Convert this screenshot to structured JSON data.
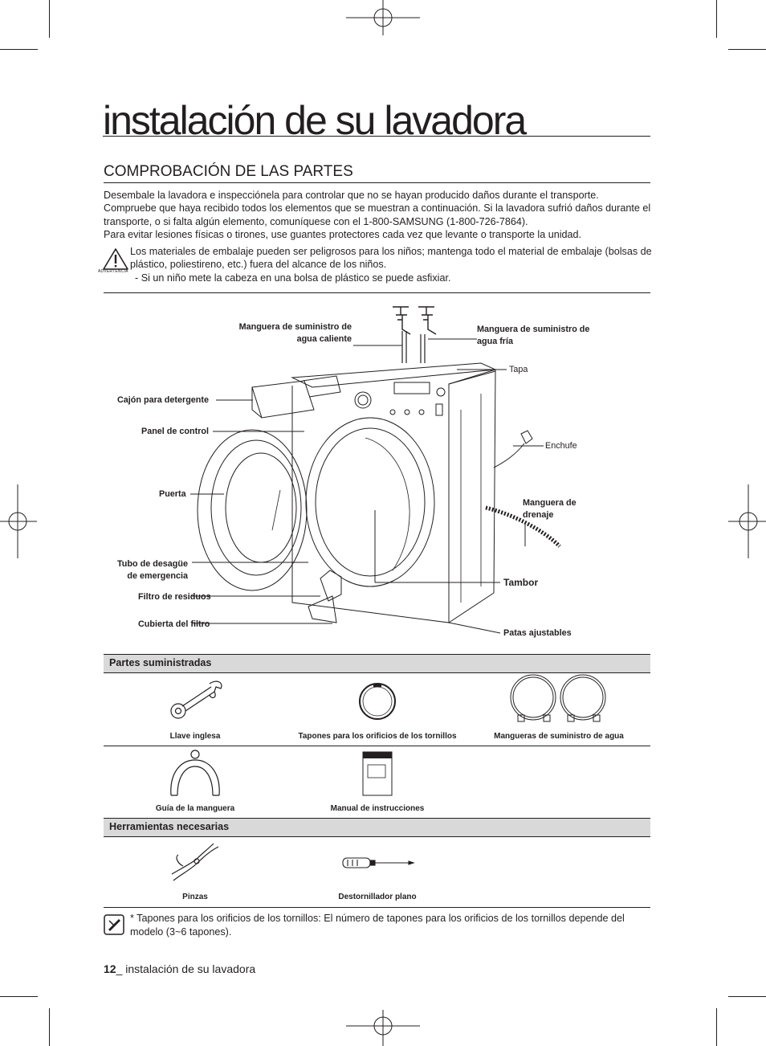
{
  "page": {
    "title": "instalación de su lavadora",
    "section_title": "COMPROBACIÓN DE LAS PARTES",
    "intro_paragraphs": [
      "Desembale la lavadora e inspecciónela para controlar que no se hayan producido daños durante el transporte. Compruebe que haya recibido todos los elementos que se muestran a continuación. Si la lavadora sufrió daños durante el transporte, o si falta algún elemento, comuníquese con el 1-800-SAMSUNG (1-800-726-7864).",
      "Para evitar lesiones físicas o tirones, use guantes protectores cada vez que levante o transporte la unidad."
    ],
    "warning": {
      "icon_label": "ADVERTENCIA",
      "text": "Los materiales de embalaje pueden ser peligrosos para los niños; mantenga todo el material de embalaje (bolsas de plástico, poliestireno, etc.) fuera del alcance de los niños.",
      "bullet": "-    Si un niño mete la cabeza en una bolsa de plástico se puede asfixiar."
    }
  },
  "diagram": {
    "labels": {
      "hot_hose": "Manguera de suministro de agua caliente",
      "cold_hose": "Manguera de suministro de agua fría",
      "top": "Tapa",
      "detergent_drawer": "Cajón para detergente",
      "control_panel": "Panel de control",
      "plug": "Enchufe",
      "door": "Puerta",
      "drain_hose": "Manguera de drenaje",
      "emergency_drain": "Tubo de desagüe de emergencia",
      "drum": "Tambor",
      "debris_filter": "Filtro de residuos",
      "filter_cover": "Cubierta del filtro",
      "leveling_feet": "Patas ajustables"
    }
  },
  "supplied_parts": {
    "heading": "Partes suministradas",
    "items": [
      "Llave inglesa",
      "Tapones para los orificios de los tornillos",
      "Mangueras de suministro de agua",
      "Guía de la manguera",
      "Manual de instrucciones"
    ]
  },
  "tools": {
    "heading": "Herramientas necesarias",
    "items": [
      "Pinzas",
      "Destornillador plano"
    ]
  },
  "note": {
    "text": "* Tapones para los orificios de los tornillos: El número de tapones para los orificios de los tornillos depende del modelo (3~6 tapones)."
  },
  "footer": {
    "page_number": "12",
    "text": "_ instalación de su lavadora"
  }
}
